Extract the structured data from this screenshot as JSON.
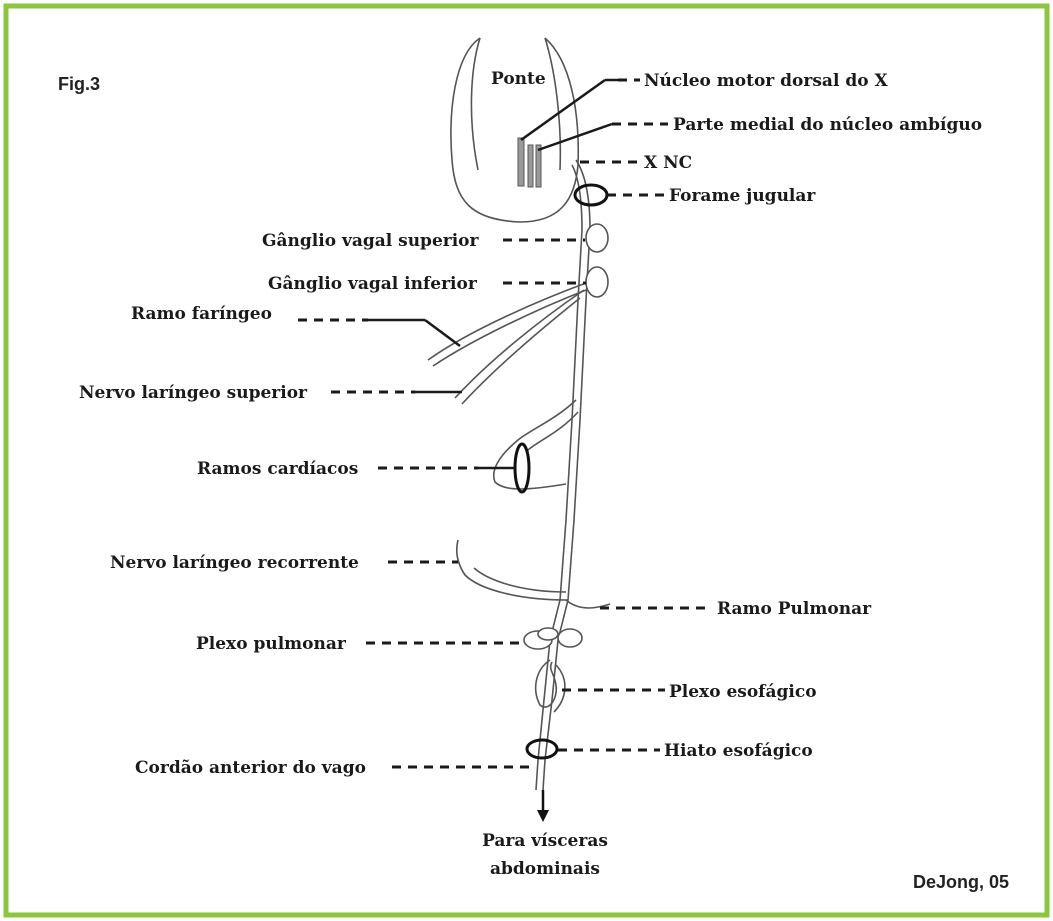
{
  "figure": {
    "fig_label": "Fig.3",
    "credit": "DeJong, 05",
    "border_color": "#8cc63f"
  },
  "labels": {
    "ponte": "Ponte",
    "nucleo_motor": "Núcleo motor dorsal do X",
    "nucleo_ambiguo": "Parte medial do núcleo ambíguo",
    "xnc": "X NC",
    "forame_jugular": "Forame jugular",
    "ganglio_superior": "Gânglio vagal superior",
    "ganglio_inferior": "Gânglio vagal inferior",
    "ramo_faringeo": "Ramo faríngeo",
    "laringeo_superior": "Nervo laríngeo superior",
    "ramos_cardiacos": "Ramos cardíacos",
    "laringeo_recorrente": "Nervo laríngeo recorrente",
    "ramo_pulmonar": "Ramo Pulmonar",
    "plexo_pulmonar": "Plexo pulmonar",
    "plexo_esofagico": "Plexo esofágico",
    "hiato_esofagico": "Hiato esofágico",
    "cordao_anterior": "Cordão anterior do vago",
    "visceras_line1": "Para vísceras",
    "visceras_line2": "abdominais"
  }
}
